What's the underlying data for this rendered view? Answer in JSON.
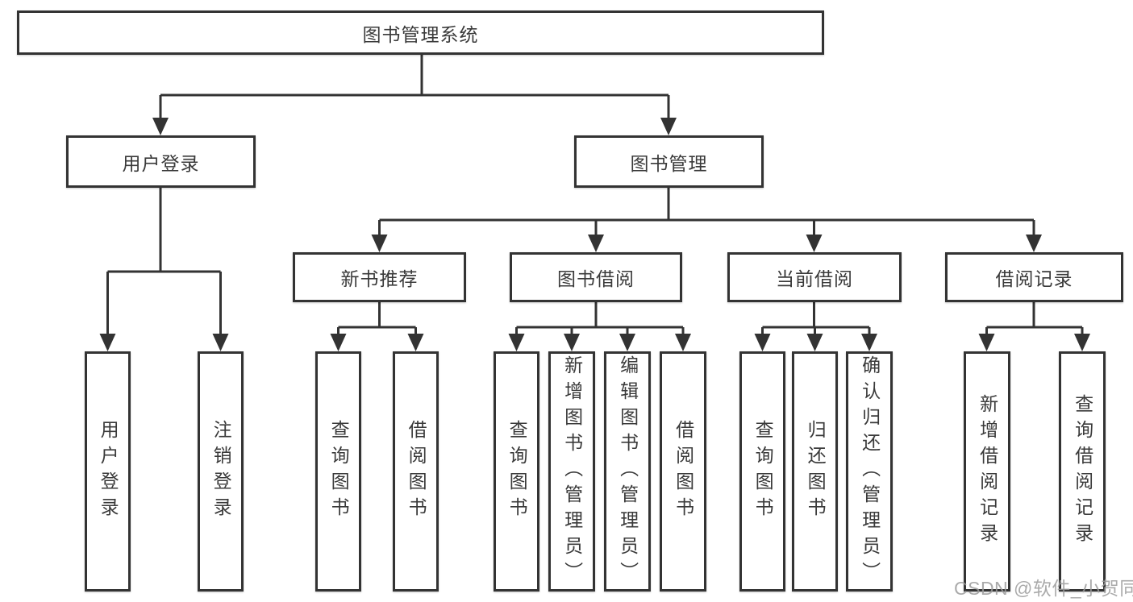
{
  "tree": {
    "root": "图书管理系统",
    "level2": {
      "user_login": "用户登录",
      "book_mgmt": "图书管理"
    },
    "level3": {
      "new_books": "新书推荐",
      "book_borrow": "图书借阅",
      "current_borrow": "当前借阅",
      "borrow_records": "借阅记录"
    },
    "leaves": {
      "user_login": [
        "用户登录",
        "注销登录"
      ],
      "new_books": [
        "查询图书",
        "借阅图书"
      ],
      "book_borrow": [
        "查询图书",
        "新增图书（管理员）",
        "编辑图书（管理员）",
        "借阅图书"
      ],
      "current_borrow": [
        "查询图书",
        "归还图书",
        "确认归还（管理员）"
      ],
      "borrow_records": [
        "新增借阅记录",
        "查询借阅记录"
      ]
    }
  },
  "watermark": "CSDN @软件_小贺同学",
  "colors": {
    "line": "#333333",
    "box_border": "#333333",
    "box_fill": "#ffffff",
    "text": "#3a3a3a",
    "watermark": "#9c9c9c",
    "background": "#ffffff"
  }
}
